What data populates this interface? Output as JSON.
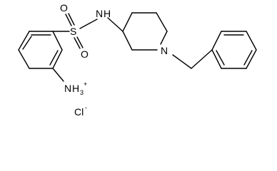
{
  "molecule": {
    "atom_labels": {
      "sulfur": "S",
      "oxygen_top": "O",
      "oxygen_bottom": "O",
      "amide_n": "N",
      "amide_h": "H",
      "piperidine_n": "N",
      "ammonium_n": "N",
      "ammonium_h": "H",
      "ammonium_count": "3",
      "ammonium_charge": "+",
      "chloride": "Cl",
      "chloride_charge": "-"
    }
  }
}
